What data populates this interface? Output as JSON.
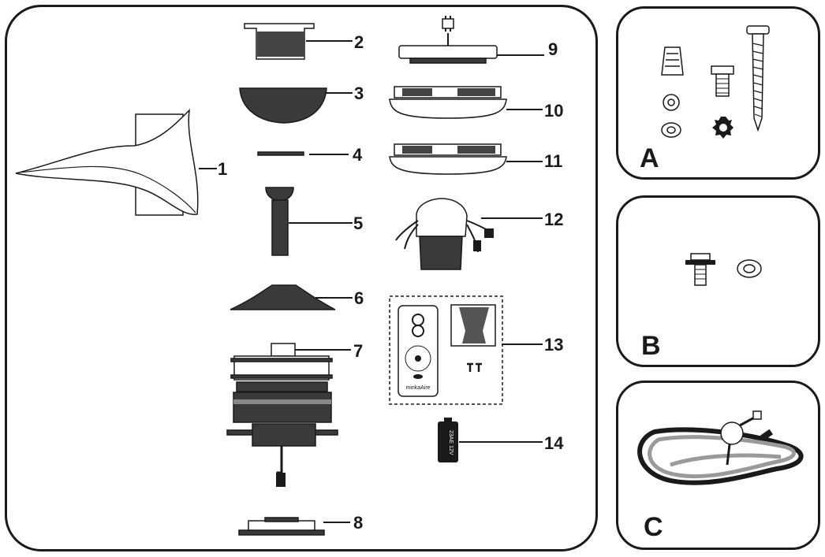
{
  "parts": [
    {
      "number": "1",
      "icon": "fan-blade-icon"
    },
    {
      "number": "2",
      "icon": "mounting-bracket-icon"
    },
    {
      "number": "3",
      "icon": "canopy-icon"
    },
    {
      "number": "4",
      "icon": "canopy-ring-icon"
    },
    {
      "number": "5",
      "icon": "downrod-icon"
    },
    {
      "number": "6",
      "icon": "canopy-cover-icon"
    },
    {
      "number": "7",
      "icon": "motor-assembly-icon"
    },
    {
      "number": "8",
      "icon": "cap-plate-icon"
    },
    {
      "number": "9",
      "icon": "light-kit-plate-icon"
    },
    {
      "number": "10",
      "icon": "switch-housing-icon"
    },
    {
      "number": "11",
      "icon": "switch-housing-cover-icon"
    },
    {
      "number": "12",
      "icon": "receiver-icon"
    },
    {
      "number": "13",
      "icon": "remote-control-icon"
    },
    {
      "number": "14",
      "icon": "battery-icon"
    }
  ],
  "battery_text": "23AE 12V",
  "remote_brand": "minkaAire",
  "hardware_bags": [
    {
      "letter": "A",
      "icon": "hardware-bag-a-icon"
    },
    {
      "letter": "B",
      "icon": "hardware-bag-b-icon"
    },
    {
      "letter": "C",
      "icon": "safety-cable-icon"
    }
  ]
}
